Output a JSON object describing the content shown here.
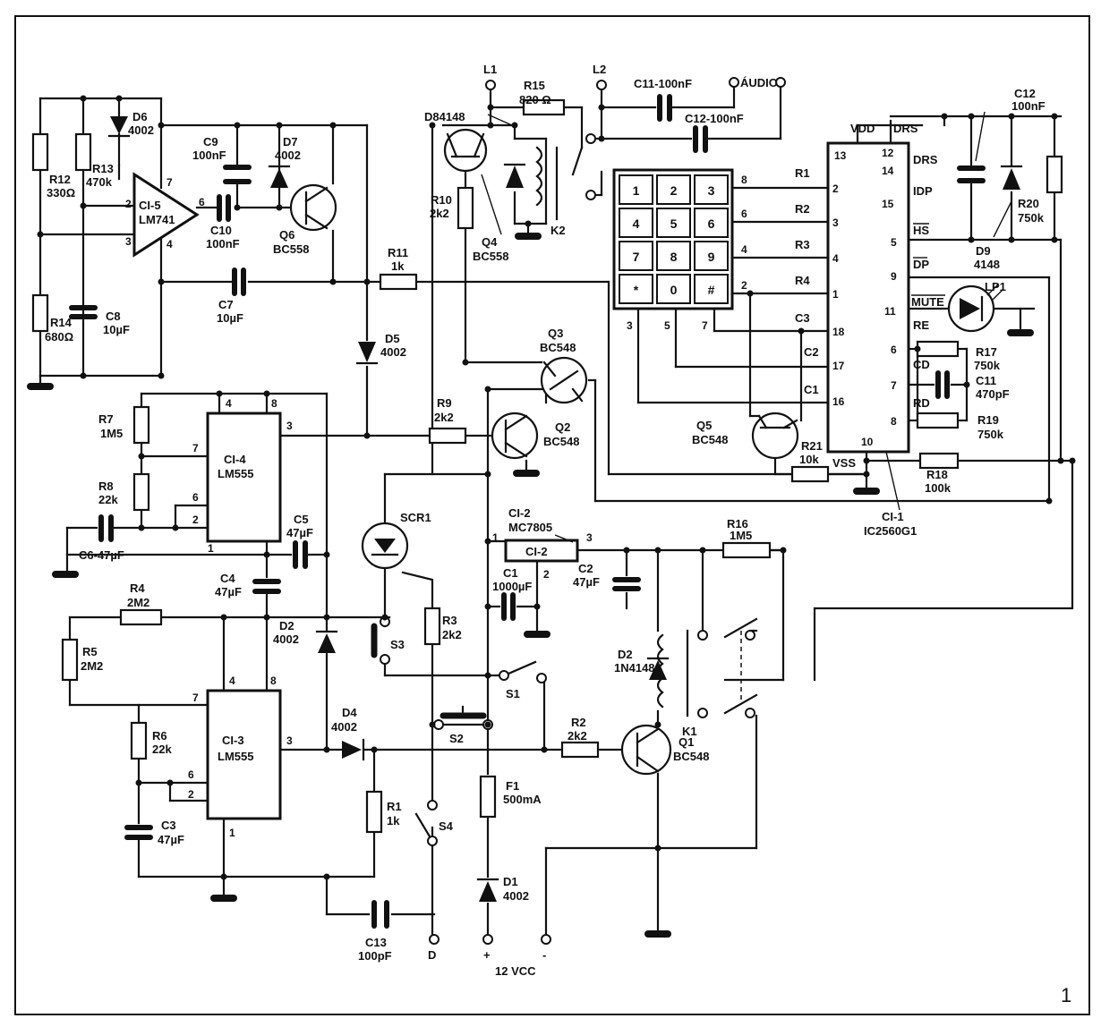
{
  "figure_number": "1",
  "supply_label": "12 VCC",
  "power_terminals": {
    "plus": "+",
    "minus": "-",
    "d": "D"
  },
  "line_terminals": {
    "l1": "L1",
    "l2": "L2",
    "audio": "ÁUDIO"
  },
  "ics": {
    "ci1": {
      "ref": "CI-1",
      "part": "IC2560G1",
      "vdd": "VDD",
      "vss": "VSS",
      "pins": {
        "p13": "13",
        "p12": "12",
        "p14": "14",
        "p15": "15",
        "p5": "5",
        "p9": "9",
        "p11": "11",
        "p6": "6",
        "p7": "7",
        "p8": "8",
        "p2": "2",
        "p3": "3",
        "p4": "4",
        "p1": "1",
        "p18": "18",
        "p17": "17",
        "p16": "16",
        "p10": "10"
      },
      "signals": {
        "drs_top": "DRS",
        "drs": "DRS",
        "idp": "IDP",
        "hs": "HS",
        "dp": "DP",
        "mute": "MUTE",
        "re": "RE",
        "cd": "CD",
        "rd": "RD"
      }
    },
    "ci2": {
      "ref": "CI-2",
      "part": "MC7805",
      "body": "CI-2",
      "pins": {
        "p1": "1",
        "p2": "2",
        "p3": "3"
      }
    },
    "ci3": {
      "ref": "CI-3",
      "part": "LM555",
      "pins": {
        "p4": "4",
        "p8": "8",
        "p7": "7",
        "p6": "6",
        "p2": "2",
        "p3": "3",
        "p1": "1"
      }
    },
    "ci4": {
      "ref": "CI-4",
      "part": "LM555",
      "pins": {
        "p4": "4",
        "p8": "8",
        "p7": "7",
        "p6": "6",
        "p2": "2",
        "p3": "3",
        "p1": "1"
      }
    },
    "ci5": {
      "ref": "CI-5",
      "part": "LM741",
      "pins": {
        "p7": "7",
        "p2": "2",
        "p3": "3",
        "p6": "6",
        "p4": "4"
      }
    }
  },
  "keypad": {
    "keys": [
      "1",
      "2",
      "3",
      "4",
      "5",
      "6",
      "7",
      "8",
      "9",
      "*",
      "0",
      "#"
    ],
    "row_pins": [
      "8",
      "6",
      "4",
      "2"
    ],
    "row_labels": [
      "R1",
      "R2",
      "R3",
      "R4"
    ],
    "col_pins": [
      "3",
      "5",
      "7"
    ],
    "col_labels": [
      "C3",
      "C2",
      "C1"
    ]
  },
  "resistors": {
    "r1": {
      "ref": "R1",
      "value": "1k"
    },
    "r2": {
      "ref": "R2",
      "value": "2k2"
    },
    "r3": {
      "ref": "R3",
      "value": "2k2"
    },
    "r4": {
      "ref": "R4",
      "value": "2M2"
    },
    "r5": {
      "ref": "R5",
      "value": "2M2"
    },
    "r6": {
      "ref": "R6",
      "value": "22k"
    },
    "r7": {
      "ref": "R7",
      "value": "1M5"
    },
    "r8": {
      "ref": "R8",
      "value": "22k"
    },
    "r9": {
      "ref": "R9",
      "value": "2k2"
    },
    "r10": {
      "ref": "R10",
      "value": "2k2"
    },
    "r11": {
      "ref": "R11",
      "value": "1k"
    },
    "r12": {
      "ref": "R12",
      "value": "330Ω"
    },
    "r13": {
      "ref": "R13",
      "value": "470k"
    },
    "r14": {
      "ref": "R14",
      "value": "680Ω"
    },
    "r15": {
      "ref": "R15",
      "value": "820 Ω"
    },
    "r16": {
      "ref": "R16",
      "value": "1M5"
    },
    "r17": {
      "ref": "R17",
      "value": "750k"
    },
    "r18": {
      "ref": "R18",
      "value": "100k"
    },
    "r19": {
      "ref": "R19",
      "value": "750k"
    },
    "r20": {
      "ref": "R20",
      "value": "750k"
    },
    "r21": {
      "ref": "R21",
      "value": "10k"
    }
  },
  "capacitors": {
    "c1": {
      "ref": "C1",
      "value": "1000µF"
    },
    "c2": {
      "ref": "C2",
      "value": "47µF"
    },
    "c3": {
      "ref": "C3",
      "value": "47µF"
    },
    "c4": {
      "ref": "C4",
      "value": "47µF"
    },
    "c5": {
      "ref": "C5",
      "value": "47µF"
    },
    "c6": {
      "label": "C6-47µF"
    },
    "c7": {
      "ref": "C7",
      "value": "10µF"
    },
    "c8": {
      "ref": "C8",
      "value": "10µF"
    },
    "c9": {
      "ref": "C9",
      "value": "100nF"
    },
    "c10": {
      "ref": "C10",
      "value": "100nF"
    },
    "c11a": {
      "label": "C11-100nF"
    },
    "c11b": {
      "ref": "C11",
      "value": "470pF"
    },
    "c12": {
      "ref": "C12",
      "value": "100nF"
    },
    "c12a": {
      "label": "C12-100nF"
    },
    "c13": {
      "ref": "C13",
      "value": "100pF"
    }
  },
  "diodes": {
    "d1": {
      "ref": "D1",
      "value": "4002"
    },
    "d2a": {
      "ref": "D2",
      "value": "4002"
    },
    "d2b": {
      "ref": "D2",
      "value": "1N4148"
    },
    "d4": {
      "ref": "D4",
      "value": "4002"
    },
    "d5": {
      "ref": "D5",
      "value": "4002"
    },
    "d6": {
      "ref": "D6",
      "value": "4002"
    },
    "d7": {
      "ref": "D7",
      "value": "4002"
    },
    "d8": {
      "label": "D84148"
    },
    "d9": {
      "ref": "D9",
      "value": "4148"
    }
  },
  "transistors": {
    "q1": {
      "ref": "Q1",
      "value": "BC548"
    },
    "q2": {
      "ref": "Q2",
      "value": "BC548"
    },
    "q3": {
      "ref": "Q3",
      "value": "BC548"
    },
    "q4": {
      "ref": "Q4",
      "value": "BC558"
    },
    "q5": {
      "ref": "Q5",
      "value": "BC548"
    },
    "q6": {
      "ref": "Q6",
      "value": "BC558"
    }
  },
  "others": {
    "scr1": {
      "ref": "SCR1"
    },
    "lp1": {
      "ref": "LP1"
    },
    "k1": {
      "ref": "K1"
    },
    "k2": {
      "ref": "K2"
    },
    "f1": {
      "ref": "F1",
      "value": "500mA"
    },
    "s1": {
      "ref": "S1"
    },
    "s2": {
      "ref": "S2"
    },
    "s3": {
      "ref": "S3"
    },
    "s4": {
      "ref": "S4"
    }
  }
}
